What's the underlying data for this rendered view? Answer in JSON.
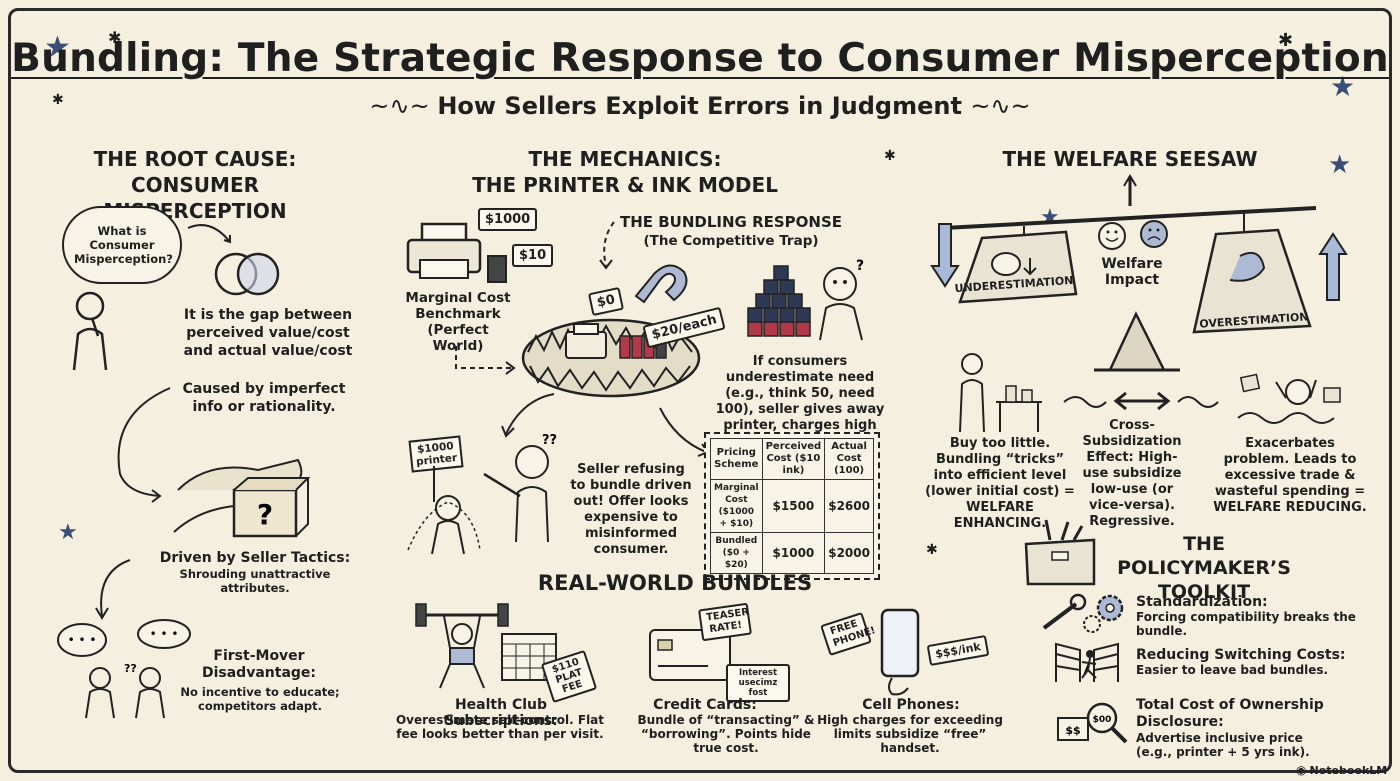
{
  "header": {
    "title": "Bundling: The Strategic Response to Consumer Misperception",
    "subtitle": "How Sellers Exploit Errors in Judgment"
  },
  "root_cause": {
    "heading_line1": "THE ROOT CAUSE:",
    "heading_line2": "CONSUMER MISPERCEPTION",
    "bubble_question": "What is Consumer Misperception?",
    "gap_text": "It is the gap between perceived value/cost and actual value/cost",
    "cause_text": "Caused by imperfect info or rationality.",
    "seller_tactics_title": "Driven by Seller Tactics:",
    "seller_tactics_desc": "Shrouding unattractive attributes.",
    "first_mover_title": "First-Mover Disadvantage:",
    "first_mover_desc": "No incentive to educate; competitors adapt."
  },
  "mechanics": {
    "heading_line1": "THE MECHANICS:",
    "heading_line2": "THE PRINTER & INK MODEL",
    "price_printer": "$1000",
    "price_ink": "$10",
    "benchmark_label": "Marginal Cost Benchmark (Perfect World)",
    "bundling_title": "THE BUNDLING RESPONSE",
    "bundling_subtitle": "(The Competitive Trap)",
    "trap_price_printer": "$0",
    "trap_price_ink": "$20/each",
    "underestimate_text": "If consumers underestimate need (e.g., think 50, need 100), seller gives away printer, charges high for ink.",
    "protest_sign": "$1000 printer",
    "refusing_text": "Seller refusing to bundle driven out! Offer looks expensive to misinformed consumer.",
    "table": {
      "headers": [
        "Pricing Scheme",
        "Perceived Cost ($10 ink)",
        "Actual Cost (100)"
      ],
      "rows": [
        [
          "Marginal Cost ($1000 + $10)",
          "$1500",
          "$2600"
        ],
        [
          "Bundled ($0 + $20)",
          "$1000",
          "$2000"
        ]
      ]
    }
  },
  "real_world": {
    "heading": "REAL-WORLD BUNDLES",
    "health_title": "Health Club Subscriptions:",
    "health_desc": "Overestimate self-control. Flat fee looks better than per visit.",
    "health_tag": "$110 PLAT FEE",
    "credit_title": "Credit Cards:",
    "credit_desc": "Bundle of “transacting” & “borrowing”. Points hide true cost.",
    "credit_tag": "TEASER RATE!",
    "credit_small": "Interest usecimz fost",
    "phone_title": "Cell Phones:",
    "phone_desc": "High charges for exceeding limits subsidize “free” handset.",
    "phone_tag": "FREE PHONE!",
    "phone_price": "$$$/ink"
  },
  "welfare": {
    "heading": "THE WELFARE SEESAW",
    "under_label": "UNDERESTIMATION",
    "over_label": "OVERESTIMATION",
    "impact_label": "Welfare Impact",
    "left_text": "Buy too little. Bundling “tricks” into efficient level (lower initial cost) = WELFARE ENHANCING.",
    "middle_text": "Cross-Subsidization Effect: High-use subsidize low-use (or vice-versa). Regressive.",
    "right_text": "Exacerbates problem. Leads to excessive trade & wasteful spending = WELFARE REDUCING."
  },
  "toolkit": {
    "heading_line1": "THE POLICYMAKER’S",
    "heading_line2": "TOOLKIT",
    "items": [
      {
        "title": "Standardization:",
        "desc": "Forcing compatibility breaks the bundle."
      },
      {
        "title": "Reducing Switching Costs:",
        "desc": "Easier to leave bad bundles."
      },
      {
        "title": "Total Cost of Ownership Disclosure:",
        "desc": "Advertise inclusive price (e.g., printer + 5 yrs ink)."
      }
    ]
  },
  "footer": {
    "brand": "NotebookLM"
  },
  "colors": {
    "background": "#f4efdf",
    "ink": "#1f1f1f",
    "accent_blue": "#a9b9d8",
    "ink_red": "#b23a48"
  }
}
